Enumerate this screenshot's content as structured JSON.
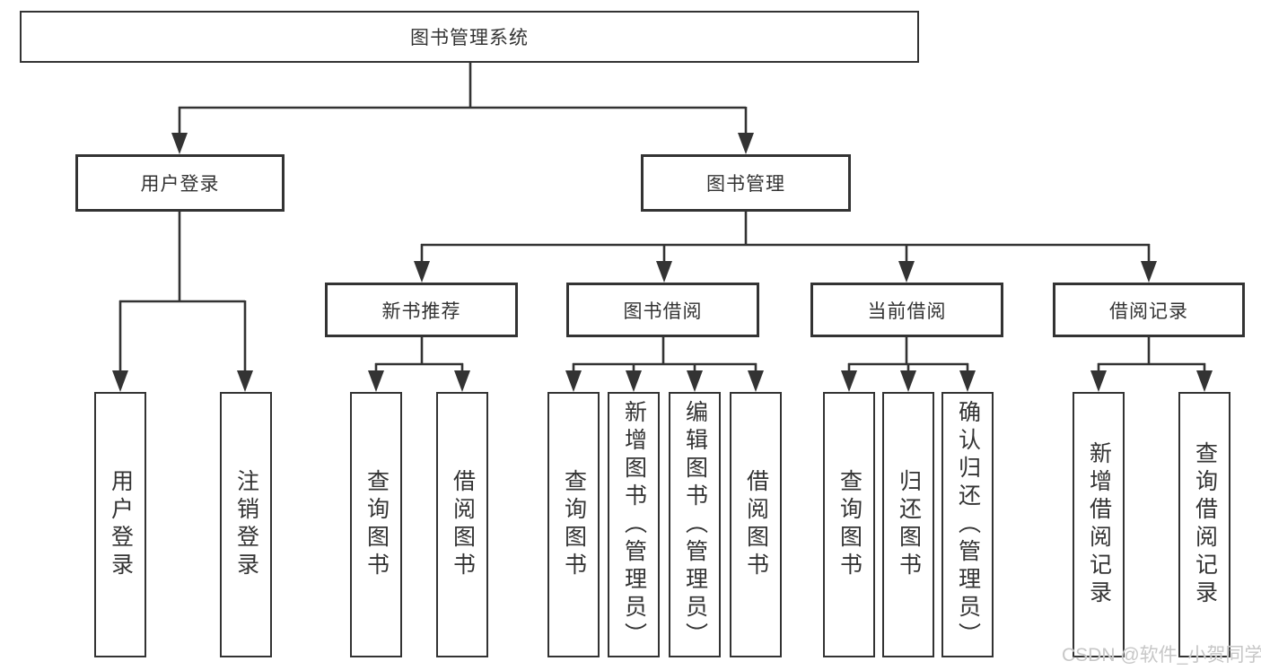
{
  "tree": {
    "root": {
      "label": "图书管理系统",
      "children": [
        {
          "label": "用户登录",
          "children": [
            {
              "label": "用户登录"
            },
            {
              "label": "注销登录"
            }
          ]
        },
        {
          "label": "图书管理",
          "children": [
            {
              "label": "新书推荐",
              "children": [
                {
                  "label": "查询图书"
                },
                {
                  "label": "借阅图书"
                }
              ]
            },
            {
              "label": "图书借阅",
              "children": [
                {
                  "label": "查询图书"
                },
                {
                  "label": "新增图书（管理员）"
                },
                {
                  "label": "编辑图书（管理员）"
                },
                {
                  "label": "借阅图书"
                }
              ]
            },
            {
              "label": "当前借阅",
              "children": [
                {
                  "label": "查询图书"
                },
                {
                  "label": "归还图书"
                },
                {
                  "label": "确认归还（管理员）"
                }
              ]
            },
            {
              "label": "借阅记录",
              "children": [
                {
                  "label": "新增借阅记录"
                },
                {
                  "label": "查询借阅记录"
                }
              ]
            }
          ]
        }
      ]
    }
  },
  "watermark": {
    "text": "CSDN @软件_小贺同学"
  },
  "colors": {
    "line": "#333333",
    "border": "#333333",
    "text": "#333333",
    "watermark_text": "#c7c7c7",
    "background": "#ffffff"
  }
}
